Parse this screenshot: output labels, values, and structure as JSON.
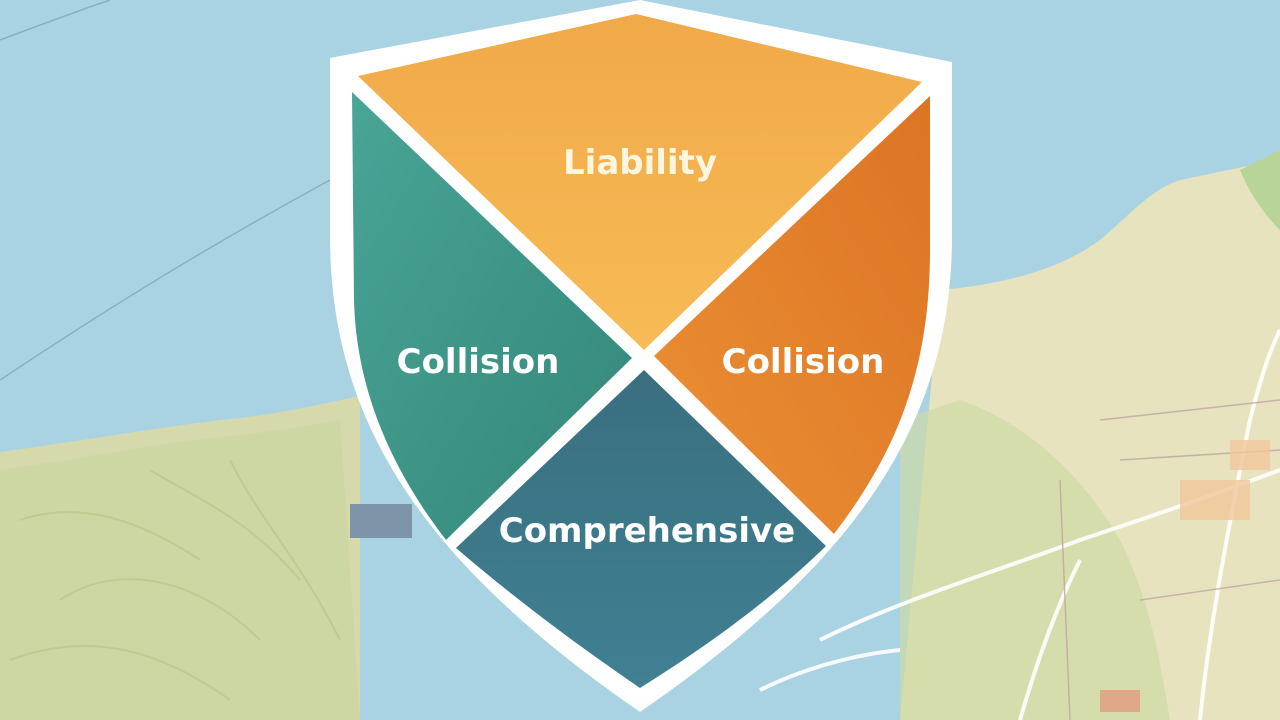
{
  "shield": {
    "segments": [
      {
        "key": "top",
        "label": "Liability",
        "color": "#f4b04c"
      },
      {
        "key": "left",
        "label": "Collision",
        "color": "#3d9a8e"
      },
      {
        "key": "right",
        "label": "Collision",
        "color": "#e3822b"
      },
      {
        "key": "bottom",
        "label": "Comprehensive",
        "color": "#3b7586"
      }
    ],
    "border_color": "#ffffff"
  },
  "background": {
    "water_color": "#a9d3e3",
    "land_color": "#d9dcb0",
    "hill_color": "#c4d39a"
  }
}
